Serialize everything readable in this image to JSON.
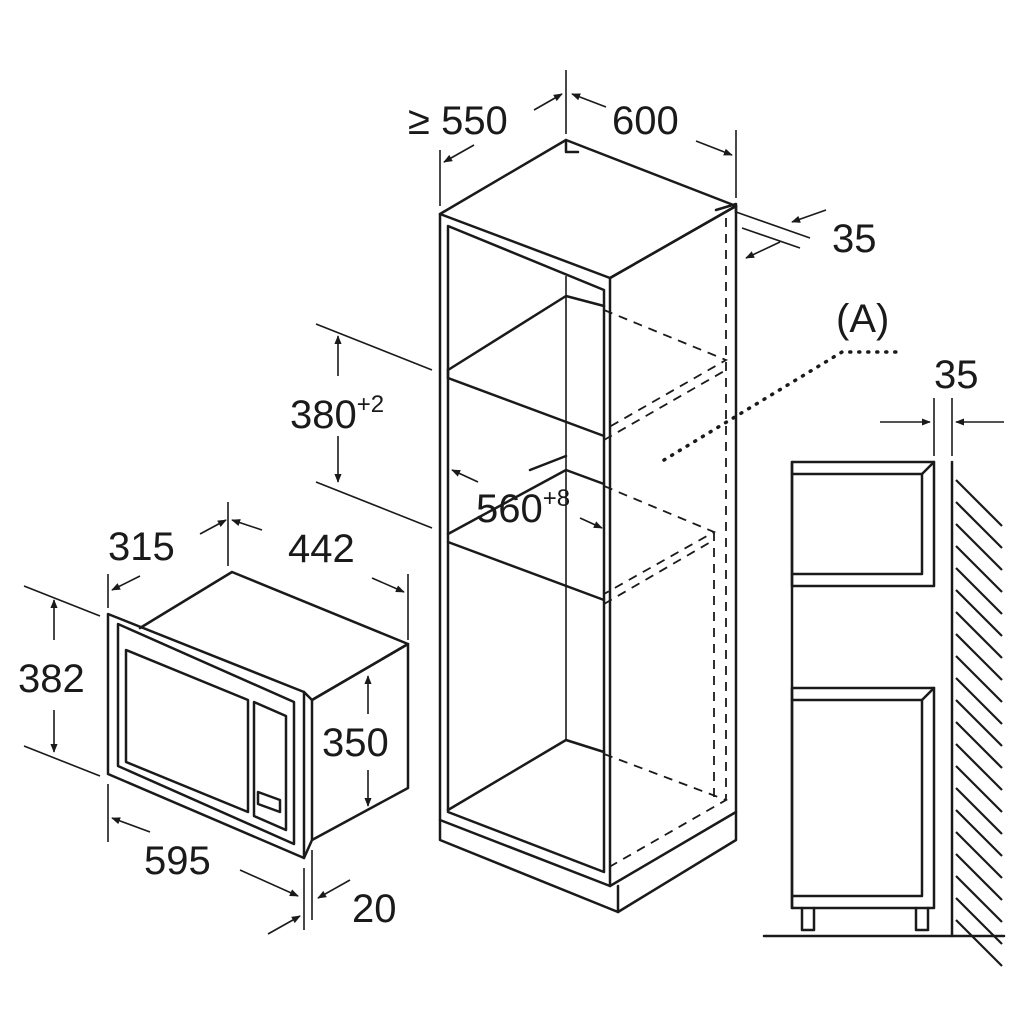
{
  "cabinet": {
    "depth_label": "≥ 550",
    "width_label": "600",
    "panel_label": "35",
    "niche_height_label": "380",
    "niche_height_tol": "+2",
    "niche_width_label": "560",
    "niche_width_tol": "+8"
  },
  "microwave": {
    "depth_label": "315",
    "width_label": "442",
    "front_height_label": "382",
    "body_height_label": "350",
    "front_width_label": "595",
    "frame_depth_label": "20"
  },
  "side_view": {
    "callout_label": "(A)",
    "gap_label": "35"
  }
}
